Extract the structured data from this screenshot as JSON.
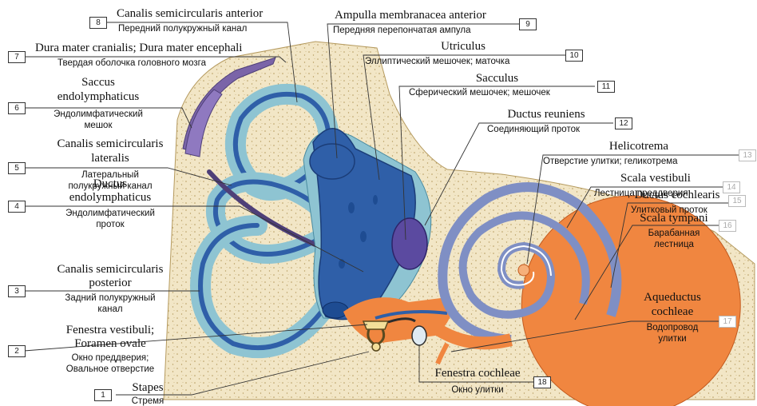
{
  "labels": [
    {
      "num": "1",
      "latin": "Stapes",
      "russian": "Стремя"
    },
    {
      "num": "2",
      "latin": "Fenestra vestibuli; Foramen ovale",
      "latin_l1": "Fenestra vestibuli;",
      "latin_l2": "Foramen ovale",
      "russian": "Окно преддверия; Овальное отверстие",
      "russian_l1": "Окно преддверия;",
      "russian_l2": "Овальное отверстие"
    },
    {
      "num": "3",
      "latin": "Canalis semicircularis posterior",
      "latin_l1": "Canalis semicircularis",
      "latin_l2": "posterior",
      "russian": "Задний полукружный канал",
      "russian_l1": "Задний полукружный",
      "russian_l2": "канал"
    },
    {
      "num": "4",
      "latin": "Ductus endolymphaticus",
      "latin_l1": "Ductus",
      "latin_l2": "endolymphaticus",
      "russian": "Эндолимфатический проток",
      "russian_l1": "Эндолимфатический",
      "russian_l2": "проток"
    },
    {
      "num": "5",
      "latin": "Canalis semicircularis lateralis",
      "latin_l1": "Canalis semicircularis",
      "latin_l2": "lateralis",
      "russian": "Латеральный полукружный канал",
      "russian_l1": "Латеральный",
      "russian_l2": "полукружный канал"
    },
    {
      "num": "6",
      "latin": "Saccus endolymphaticus",
      "latin_l1": "Saccus",
      "latin_l2": "endolymphaticus",
      "russian": "Эндолимфатический мешок",
      "russian_l1": "Эндолимфатический",
      "russian_l2": "мешок"
    },
    {
      "num": "7",
      "latin": "Dura mater cranialis; Dura mater encephali",
      "russian": "Твердая оболочка головного мозга"
    },
    {
      "num": "8",
      "latin": "Canalis semicircularis anterior",
      "russian": "Передний полукружный канал"
    },
    {
      "num": "9",
      "latin": "Ampulla membranacea anterior",
      "russian": "Передняя перепончатая ампула"
    },
    {
      "num": "10",
      "latin": "Utriculus",
      "russian": "Эллиптический мешочек; маточка"
    },
    {
      "num": "11",
      "latin": "Sacculus",
      "russian": "Сферический мешочек; мешочек"
    },
    {
      "num": "12",
      "latin": "Ductus reuniens",
      "russian": "Соединяющий проток"
    },
    {
      "num": "13",
      "latin": "Helicotrema",
      "russian": "Отверстие улитки; геликотрема"
    },
    {
      "num": "14",
      "latin": "Scala vestibuli",
      "russian": "Лестница преддверия"
    },
    {
      "num": "15",
      "latin": "Ductus cochlearis",
      "russian": "Улитковый проток"
    },
    {
      "num": "16",
      "latin": "Scala tympani",
      "russian": "Барабанная лестница",
      "russian_l1": "Барабанная",
      "russian_l2": "лестница"
    },
    {
      "num": "17",
      "latin": "Aqueductus cochleae",
      "latin_l1": "Aqueductus",
      "latin_l2": "cochleae",
      "russian": "Водопровод улитки",
      "russian_l1": "Водопровод",
      "russian_l2": "улитки"
    },
    {
      "num": "18",
      "latin": "Fenestra cochleae",
      "russian": "Окно улитки"
    }
  ],
  "colors": {
    "bone": "#f2e6c6",
    "bone_dots": "#b59a5e",
    "perilymph": "#8ec4d2",
    "membranous": "#2f5fa8",
    "scala_vestibuli": "#f08640",
    "cochlear_duct": "#7f8fc4",
    "dura": "#7a64a8",
    "stapes": "#f3df9a"
  }
}
